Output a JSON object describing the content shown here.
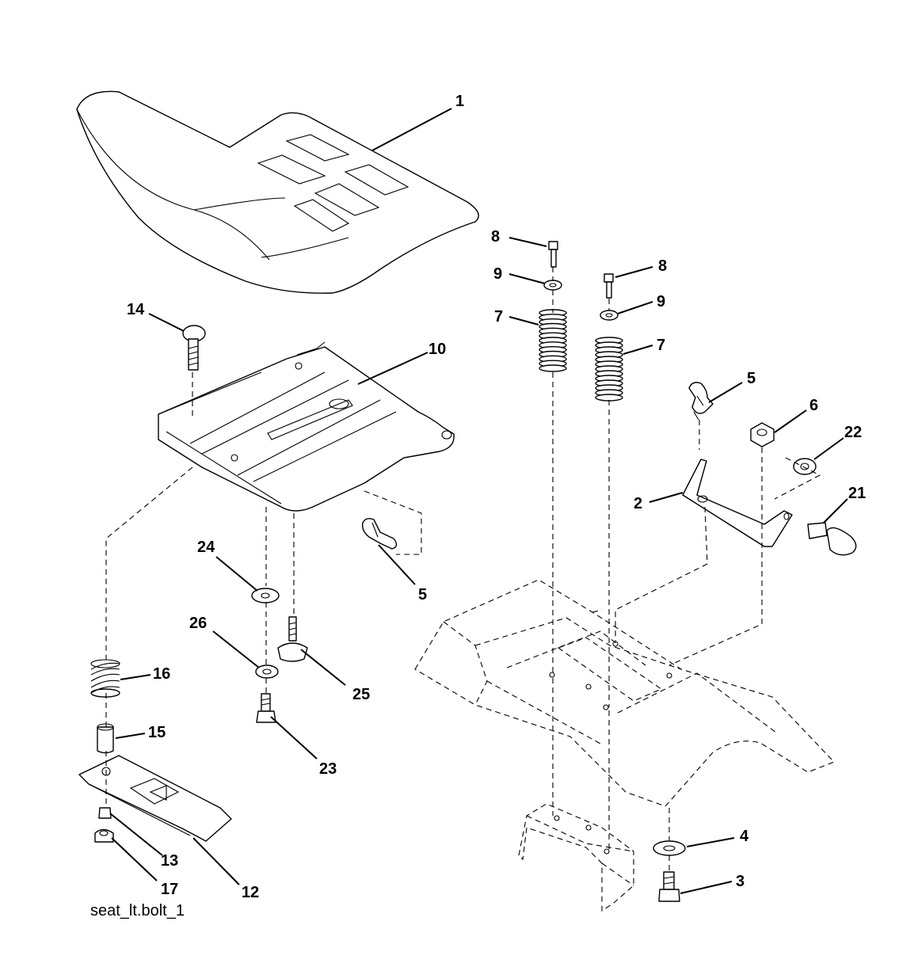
{
  "callouts": {
    "c1": "1",
    "c2": "2",
    "c3": "3",
    "c4": "4",
    "c5a": "5",
    "c5b": "5",
    "c6": "6",
    "c7a": "7",
    "c7b": "7",
    "c8a": "8",
    "c8b": "8",
    "c9a": "9",
    "c9b": "9",
    "c10": "10",
    "c12": "12",
    "c13": "13",
    "c14": "14",
    "c15": "15",
    "c16": "16",
    "c17": "17",
    "c21": "21",
    "c22": "22",
    "c23": "23",
    "c24": "24",
    "c25": "25",
    "c26": "26"
  },
  "caption": "seat_lt.bolt_1"
}
